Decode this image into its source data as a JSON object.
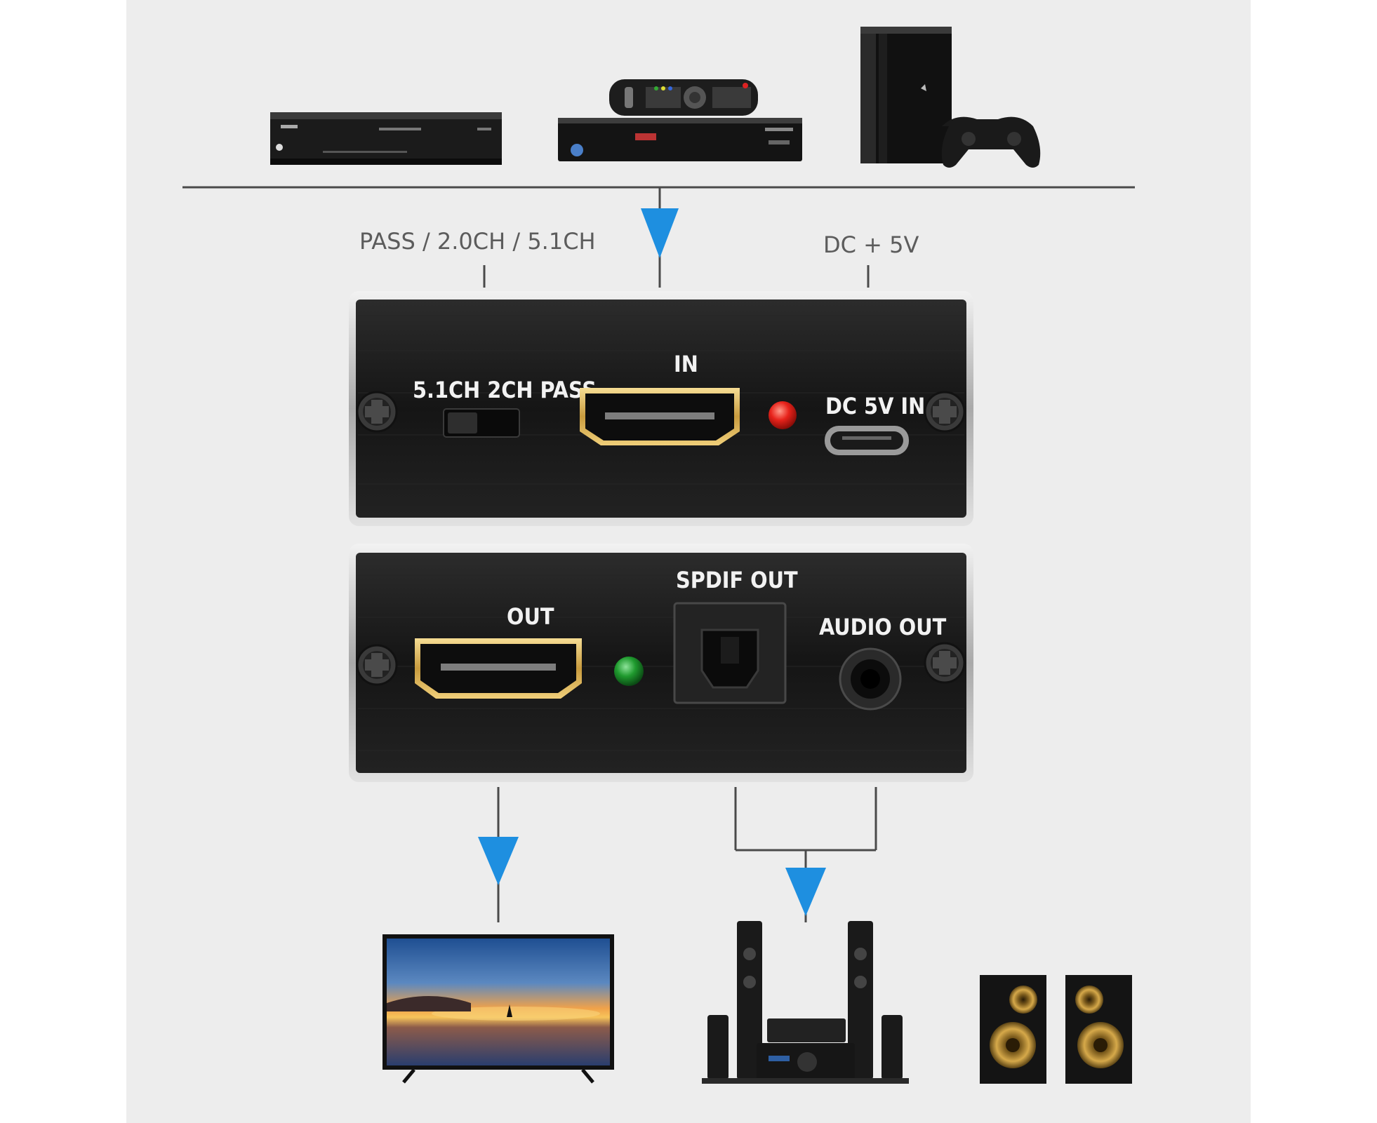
{
  "top_labels": {
    "mode": "PASS / 2.0CH / 5.1CH",
    "power": "DC + 5V"
  },
  "input_panel": {
    "switch_label": "5.1CH 2CH PASS",
    "hdmi_in_label": "IN",
    "dc_label": "DC 5V IN"
  },
  "output_panel": {
    "hdmi_out_label": "OUT",
    "spdif_label": "SPDIF OUT",
    "audio_label": "AUDIO OUT"
  },
  "colors": {
    "background": "#ededed",
    "arrow": "#1e8fe0",
    "panel": "#161616",
    "led_power": "#e8231b",
    "led_status": "#1f9a2e"
  },
  "icons": {
    "sources": [
      "dvd-recorder-icon",
      "satellite-receiver-icon",
      "remote-control-icon",
      "game-console-icon",
      "gamepad-icon"
    ],
    "outputs": [
      "television-icon",
      "home-theater-icon",
      "bookshelf-speakers-icon"
    ]
  }
}
